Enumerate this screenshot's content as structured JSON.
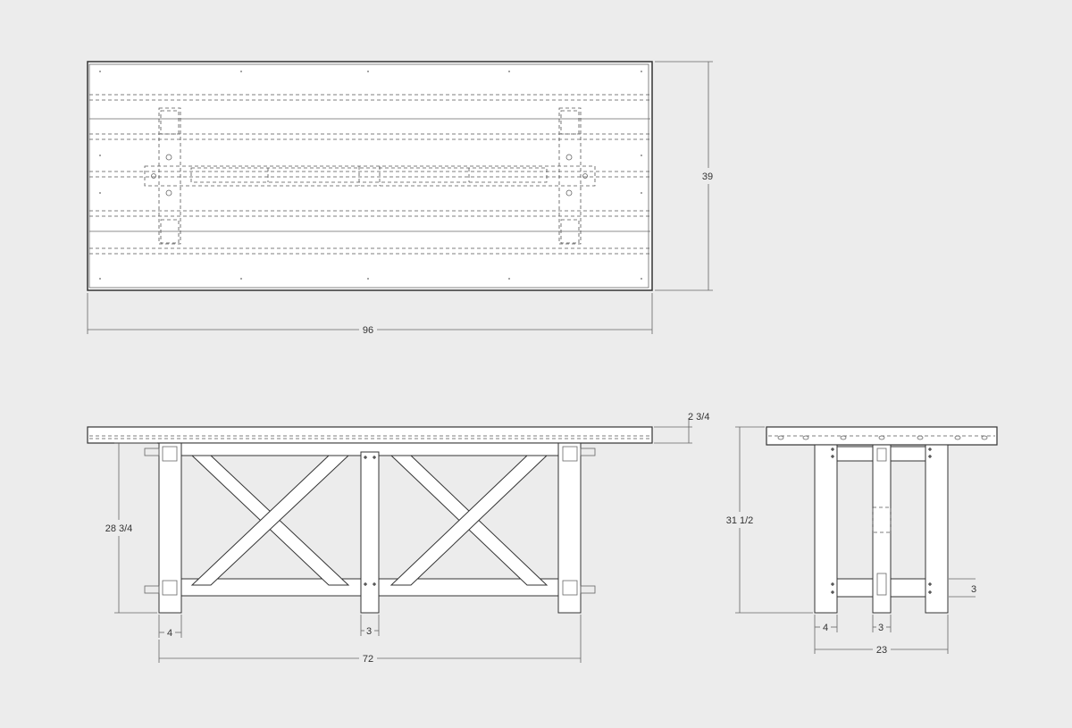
{
  "drawing": {
    "views": [
      "top-view",
      "front-view",
      "side-view"
    ],
    "dimensions": {
      "top_length": "96",
      "top_width": "39",
      "top_thickness": "2 3/4",
      "front_height": "28 3/4",
      "leg_width": "4",
      "center_post_width": "3",
      "base_length": "72",
      "side_total_height": "31 1/2",
      "side_leg_width": "4",
      "side_post_width": "3",
      "side_rail_height": "3",
      "side_base_width": "23"
    },
    "colors": {
      "background": "#ececec",
      "line": "#333333",
      "fill": "#ffffff"
    }
  }
}
